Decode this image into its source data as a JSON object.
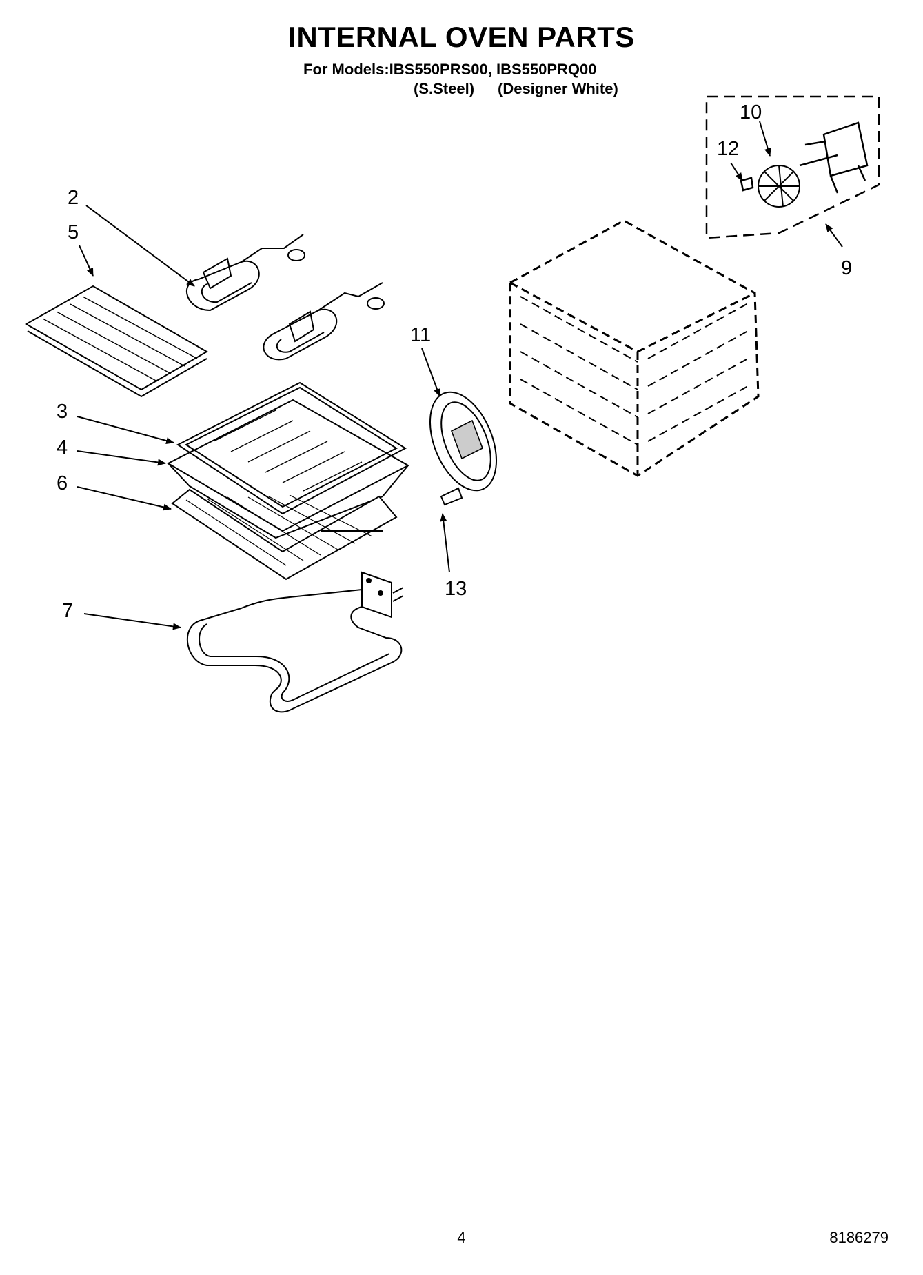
{
  "header": {
    "title": "INTERNAL OVEN PARTS",
    "models_line": "For Models:IBS550PRS00, IBS550PRQ00",
    "finish_steel": "(S.Steel)",
    "finish_white": "(Designer White)"
  },
  "callouts": [
    "2",
    "5",
    "3",
    "4",
    "6",
    "7",
    "11",
    "13",
    "10",
    "12",
    "9"
  ],
  "footer": {
    "page_number": "4",
    "document_number": "8186279"
  }
}
